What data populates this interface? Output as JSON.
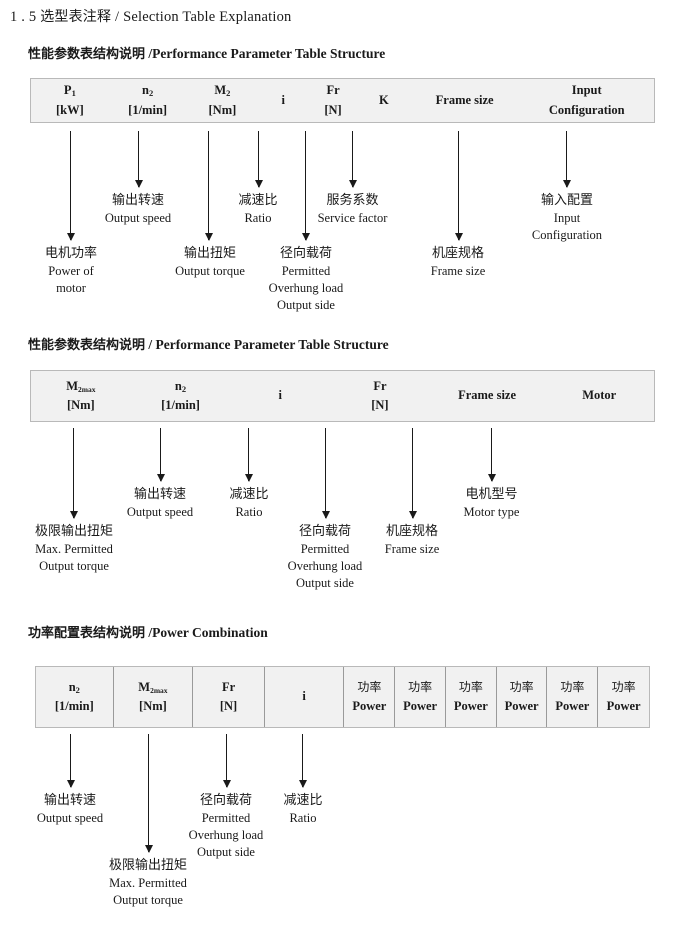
{
  "page": {
    "heading": {
      "number": "1 . 5",
      "cn": "选型表注释",
      "sep": "/",
      "en": "Selection Table Explanation"
    }
  },
  "sections": [
    {
      "id": "performance-1",
      "title": {
        "cn": "性能参数表结构说明",
        "sep": "/",
        "en": "Performance Parameter Table Structure"
      },
      "table": {
        "bordered": false,
        "columns": [
          {
            "sym": "P",
            "subscript": "1",
            "unit": "[kW]"
          },
          {
            "sym": "n",
            "subscript": "2",
            "unit": "[1/min]"
          },
          {
            "sym": "M",
            "subscript": "2",
            "unit": "[Nm]"
          },
          {
            "sym": "i",
            "subscript": "",
            "unit": ""
          },
          {
            "sym": "Fr",
            "subscript": "",
            "unit": "[N]"
          },
          {
            "sym": "K",
            "subscript": "",
            "unit": ""
          },
          {
            "sym": "Frame size",
            "subscript": "",
            "unit": ""
          },
          {
            "sym": "Input",
            "subscript": "",
            "unit": "Configuration"
          }
        ]
      },
      "labels": [
        {
          "cn": "电机功率",
          "en": [
            "Power of",
            "motor"
          ]
        },
        {
          "cn": "输出转速",
          "en": [
            "Output speed"
          ]
        },
        {
          "cn": "输出扭矩",
          "en": [
            "Output torque"
          ]
        },
        {
          "cn": "减速比",
          "en": [
            "Ratio"
          ]
        },
        {
          "cn": "径向载荷",
          "en": [
            "Permitted",
            "Overhung load",
            "Output side"
          ]
        },
        {
          "cn": "服务系数",
          "en": [
            "Service factor"
          ]
        },
        {
          "cn": "机座规格",
          "en": [
            "Frame size"
          ]
        },
        {
          "cn": "输入配置",
          "en": [
            "Input",
            "Configuration"
          ]
        }
      ]
    },
    {
      "id": "performance-2",
      "title": {
        "cn": "性能参数表结构说明",
        "sep": "/",
        "en": "Performance Parameter Table Structure"
      },
      "table": {
        "bordered": false,
        "columns": [
          {
            "sym": "M",
            "subscript": "2max",
            "unit": "[Nm]"
          },
          {
            "sym": "n",
            "subscript": "2",
            "unit": "[1/min]"
          },
          {
            "sym": "i",
            "subscript": "",
            "unit": ""
          },
          {
            "sym": "Fr",
            "subscript": "",
            "unit": "[N]"
          },
          {
            "sym": "Frame size",
            "subscript": "",
            "unit": ""
          },
          {
            "sym": "Motor",
            "subscript": "",
            "unit": ""
          }
        ]
      },
      "labels": [
        {
          "cn": "极限输出扭矩",
          "en": [
            "Max. Permitted",
            "Output  torque"
          ]
        },
        {
          "cn": "输出转速",
          "en": [
            "Output speed"
          ]
        },
        {
          "cn": "减速比",
          "en": [
            "Ratio"
          ]
        },
        {
          "cn": "径向载荷",
          "en": [
            "Permitted",
            "Overhung load",
            "Output side"
          ]
        },
        {
          "cn": "机座规格",
          "en": [
            "Frame size"
          ]
        },
        {
          "cn": "电机型号",
          "en": [
            "Motor type"
          ]
        }
      ]
    },
    {
      "id": "power-combination",
      "title": {
        "cn": "功率配置表结构说明",
        "sep": "/",
        "en": "Power Combination"
      },
      "table": {
        "bordered": true,
        "columns": [
          {
            "sym": "n",
            "subscript": "2",
            "unit": "[1/min]"
          },
          {
            "sym": "M",
            "subscript": "2max",
            "unit": "[Nm]"
          },
          {
            "sym": "Fr",
            "subscript": "",
            "unit": "[N]"
          },
          {
            "sym": "i",
            "subscript": "",
            "unit": ""
          },
          {
            "sym": "功率",
            "subscript": "",
            "unit": "Power"
          },
          {
            "sym": "功率",
            "subscript": "",
            "unit": "Power"
          },
          {
            "sym": "功率",
            "subscript": "",
            "unit": "Power"
          },
          {
            "sym": "功率",
            "subscript": "",
            "unit": "Power"
          },
          {
            "sym": "功率",
            "subscript": "",
            "unit": "Power"
          },
          {
            "sym": "功率",
            "subscript": "",
            "unit": "Power"
          }
        ]
      },
      "labels": [
        {
          "cn": "输出转速",
          "en": [
            "Output speed"
          ]
        },
        {
          "cn": "极限输出扭矩",
          "en": [
            "Max. Permitted",
            "Output  torque"
          ]
        },
        {
          "cn": "径向载荷",
          "en": [
            "Permitted",
            "Overhung load",
            "Output side"
          ]
        },
        {
          "cn": "减速比",
          "en": [
            "Ratio"
          ]
        }
      ]
    }
  ]
}
